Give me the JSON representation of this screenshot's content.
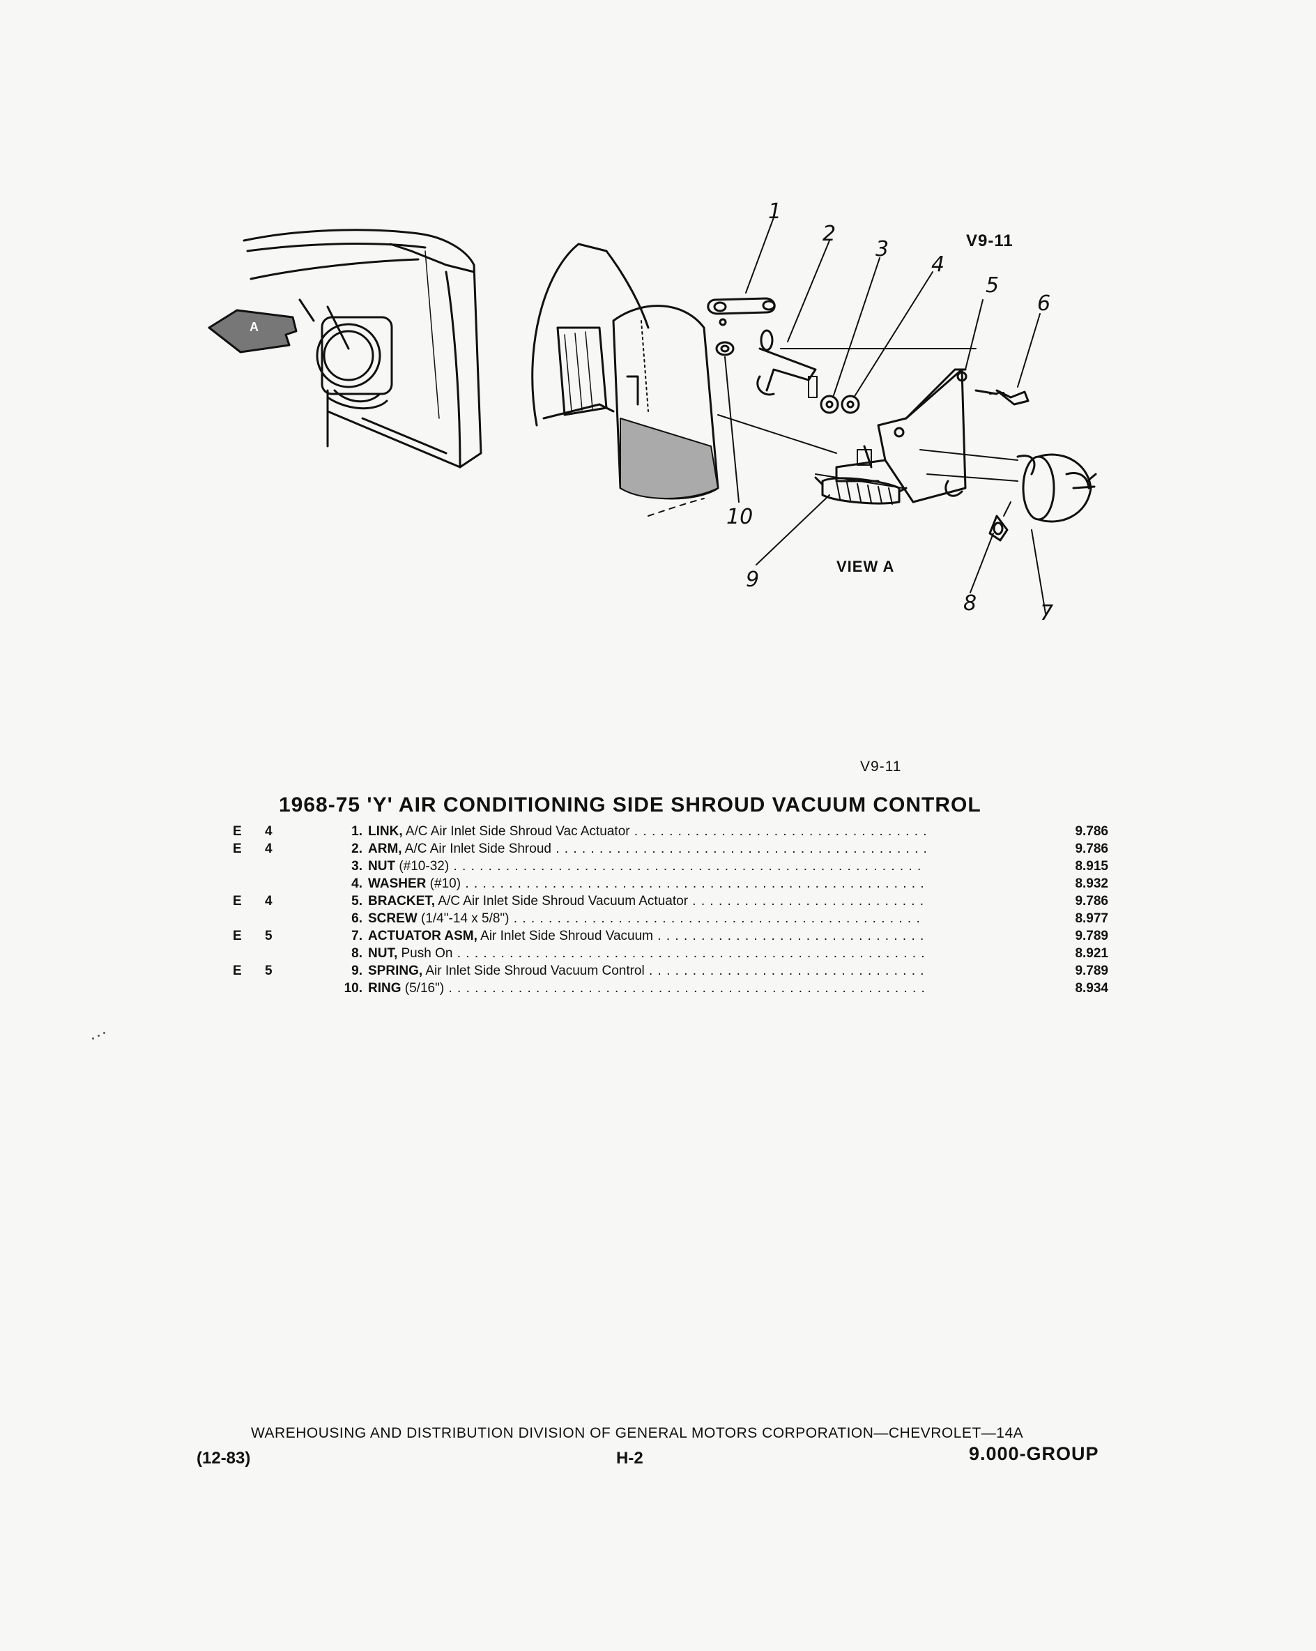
{
  "figure": {
    "code": "V9-11",
    "view_label": "VIEW A",
    "view_marker": "A",
    "callouts": [
      "1",
      "2",
      "3",
      "4",
      "5",
      "6",
      "7",
      "8",
      "9",
      "10"
    ]
  },
  "list_code": "V9-11",
  "title": "1968-75 'Y' AIR CONDITIONING SIDE SHROUD VACUUM CONTROL",
  "parts": [
    {
      "c1": "E",
      "c2": "4",
      "num": "1.",
      "name": "LINK,",
      "desc": " A/C Air Inlet Side Shroud Vac Actuator",
      "group": "9.786"
    },
    {
      "c1": "E",
      "c2": "4",
      "num": "2.",
      "name": "ARM,",
      "desc": " A/C Air Inlet Side Shroud",
      "group": "9.786"
    },
    {
      "c1": "",
      "c2": "",
      "num": "3.",
      "name": "NUT",
      "desc": " (#10-32)",
      "group": "8.915"
    },
    {
      "c1": "",
      "c2": "",
      "num": "4.",
      "name": "WASHER",
      "desc": " (#10)",
      "group": "8.932"
    },
    {
      "c1": "E",
      "c2": "4",
      "num": "5.",
      "name": "BRACKET,",
      "desc": " A/C Air Inlet Side Shroud Vacuum Actuator",
      "group": "9.786"
    },
    {
      "c1": "",
      "c2": "",
      "num": "6.",
      "name": "SCREW",
      "desc": " (1/4\"-14 x 5/8\")",
      "group": "8.977"
    },
    {
      "c1": "E",
      "c2": "5",
      "num": "7.",
      "name": "ACTUATOR ASM,",
      "desc": " Air Inlet Side Shroud Vacuum",
      "group": "9.789"
    },
    {
      "c1": "",
      "c2": "",
      "num": "8.",
      "name": "NUT,",
      "desc": " Push On",
      "group": "8.921"
    },
    {
      "c1": "E",
      "c2": "5",
      "num": "9.",
      "name": "SPRING,",
      "desc": " Air Inlet Side Shroud Vacuum Control",
      "group": "9.789"
    },
    {
      "c1": "",
      "c2": "",
      "num": "10.",
      "name": "RING",
      "desc": " (5/16\")",
      "group": "8.934"
    }
  ],
  "footer": {
    "line": "WAREHOUSING AND DISTRIBUTION DIVISION OF GENERAL MOTORS CORPORATION—CHEVROLET—14A",
    "date": "(12-83)",
    "page": "H-2",
    "group": "9.000-GROUP"
  }
}
